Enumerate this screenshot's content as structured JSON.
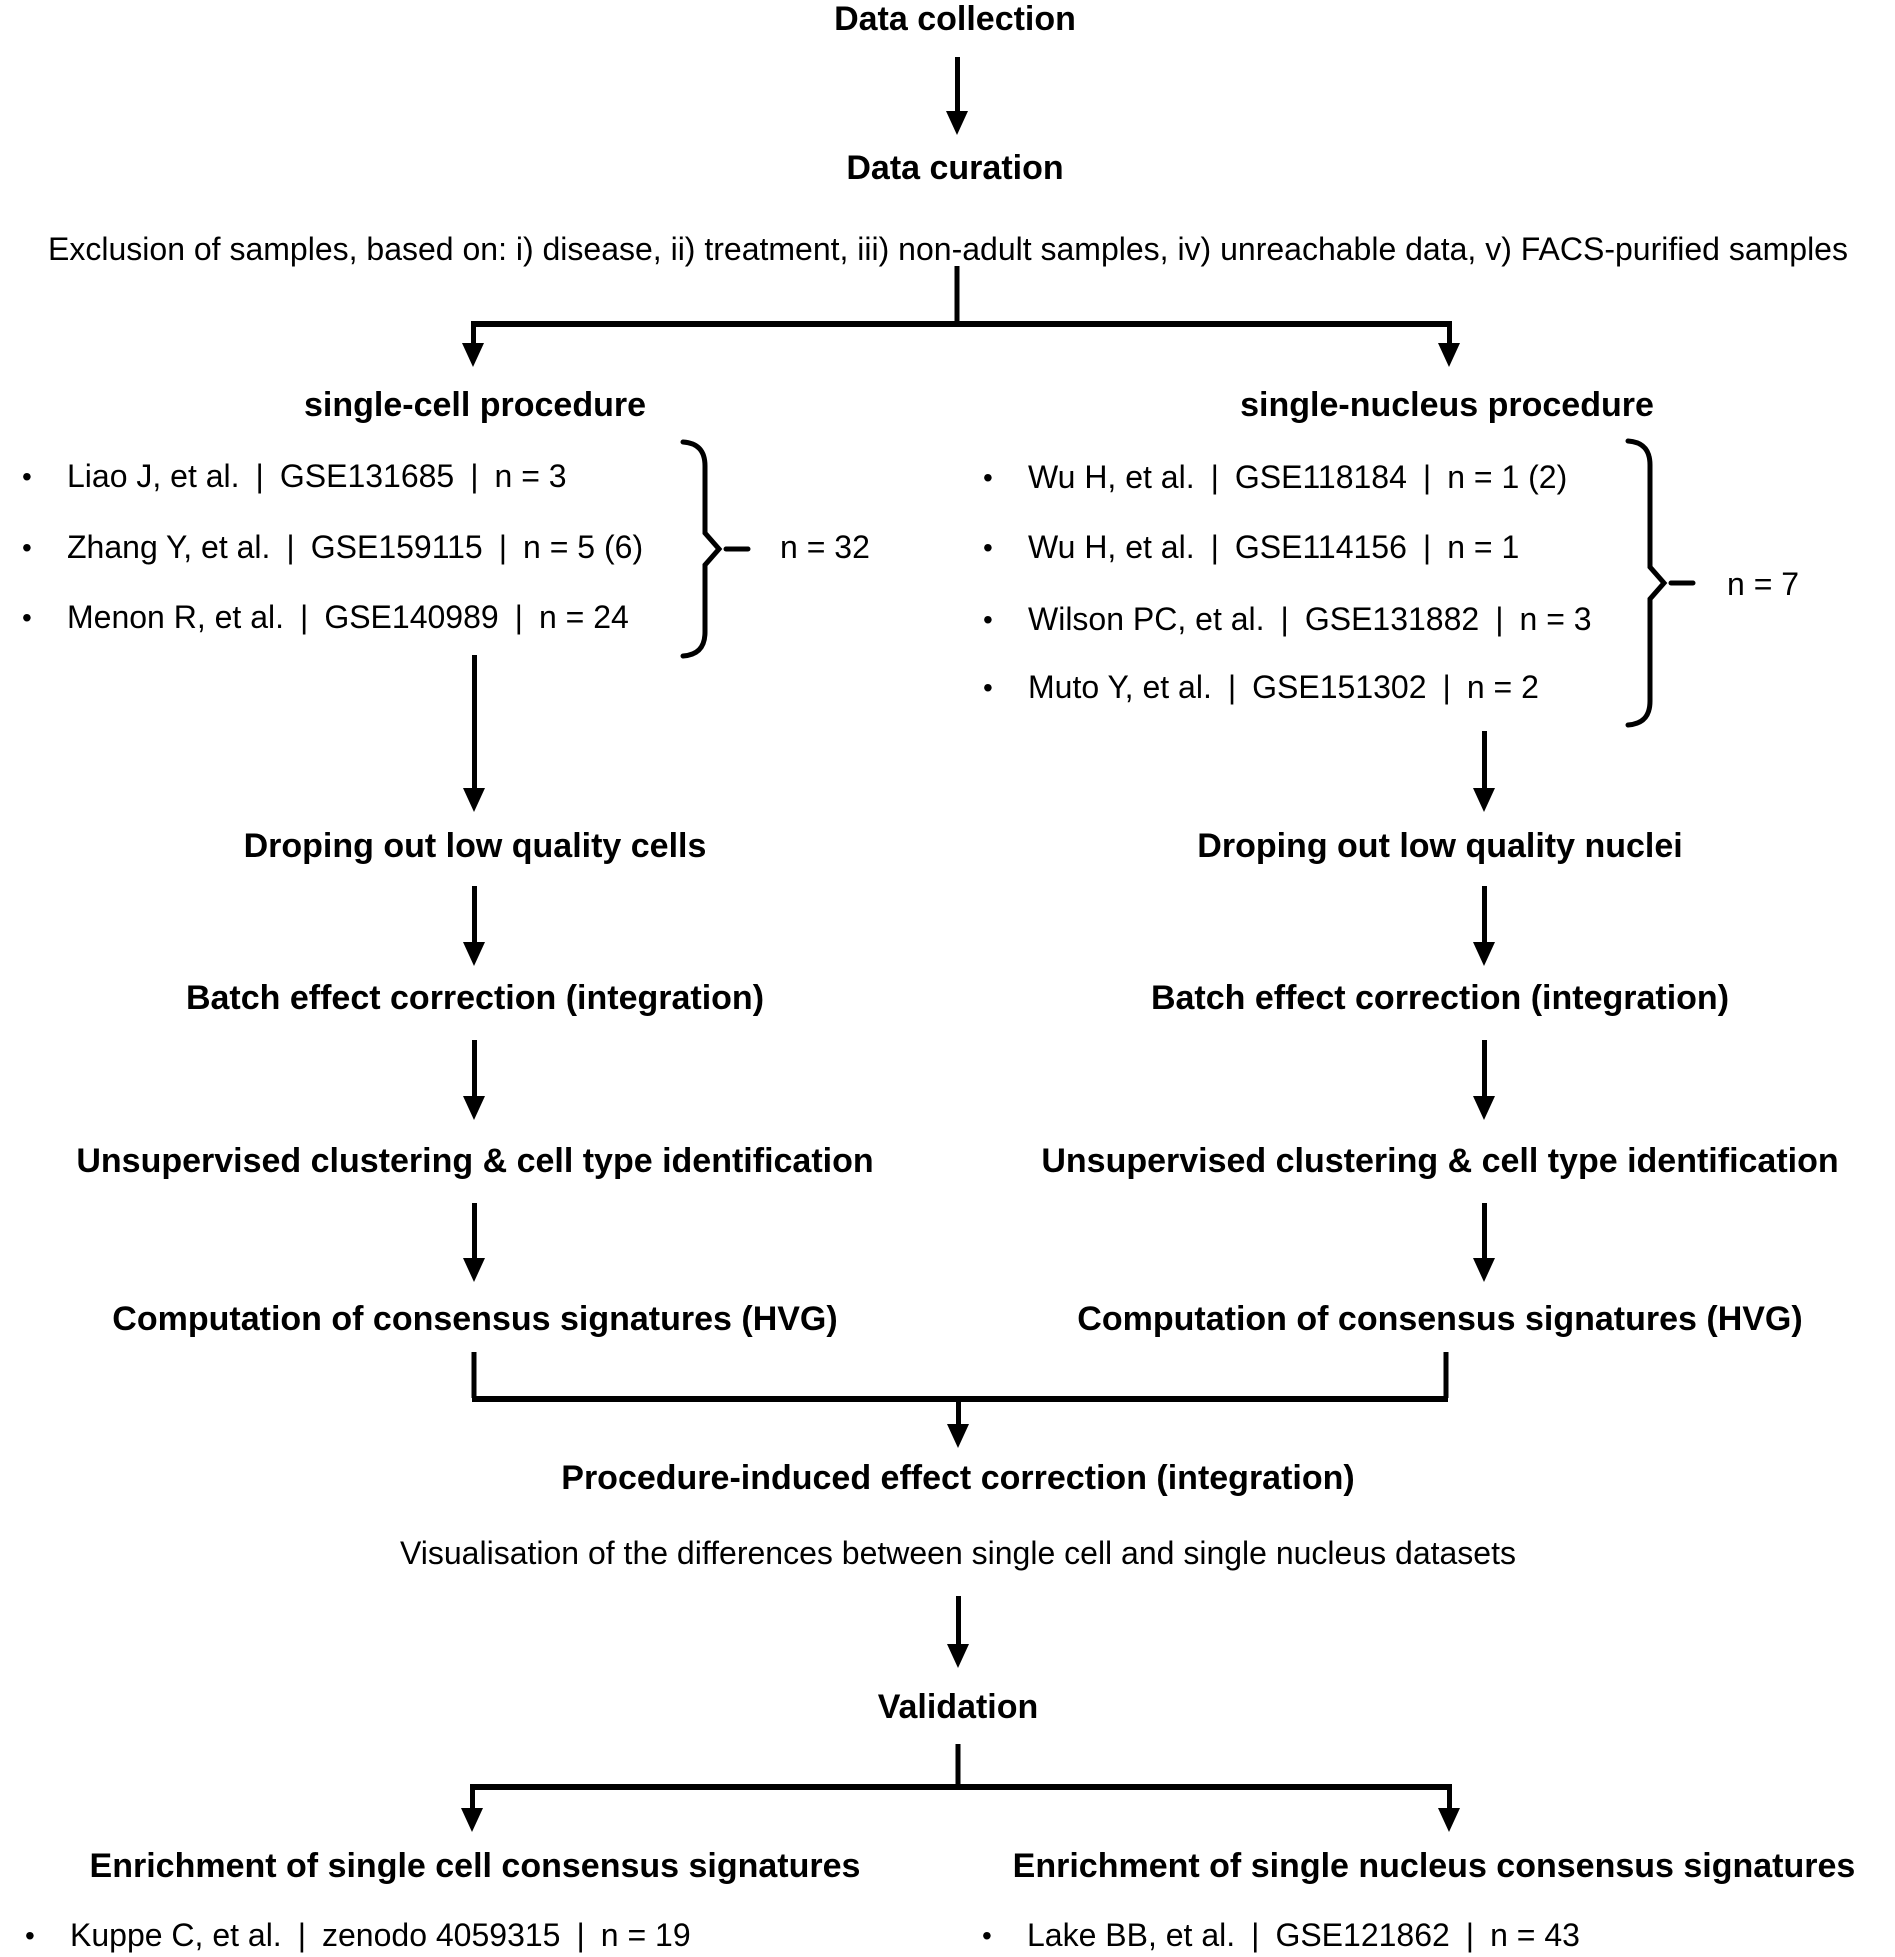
{
  "glyphs": {
    "bullet": "•"
  },
  "flow": {
    "data_collection": "Data collection",
    "data_curation": "Data curation",
    "exclusion_note": "Exclusion of samples, based on: i) disease, ii) treatment, iii) non-adult samples, iv) unreachable data, v) FACS-purified samples",
    "left": {
      "heading": "single-cell procedure",
      "studies": [
        "Liao J, et al. | GSE131685 | n = 3",
        "Zhang Y, et al. | GSE159115 | n = 5 (6)",
        "Menon R, et al. | GSE140989 | n = 24"
      ],
      "total_label": "n = 32",
      "steps": [
        "Droping out low quality cells",
        "Batch effect correction (integration)",
        "Unsupervised clustering & cell type identification",
        "Computation of consensus signatures (HVG)"
      ]
    },
    "right": {
      "heading": "single-nucleus procedure",
      "studies": [
        "Wu H, et al. | GSE118184 | n = 1 (2)",
        "Wu H, et al. | GSE114156 | n = 1",
        "Wilson PC, et al. | GSE131882 | n = 3",
        "Muto Y, et al. | GSE151302 | n = 2"
      ],
      "total_label": "n = 7",
      "steps": [
        "Droping out low quality nuclei",
        "Batch effect correction (integration)",
        "Unsupervised clustering & cell type identification",
        "Computation of consensus signatures (HVG)"
      ]
    },
    "merge_step": "Procedure-induced effect correction (integration)",
    "merge_note": "Visualisation of the differences between single cell and single nucleus datasets",
    "validation": "Validation",
    "bottom": {
      "left_heading": "Enrichment of single cell consensus signatures",
      "left_study": "Kuppe C, et al. | zenodo 4059315 | n = 19",
      "right_heading": "Enrichment of single nucleus consensus signatures",
      "right_study": "Lake BB, et al. | GSE121862 | n = 43"
    }
  }
}
